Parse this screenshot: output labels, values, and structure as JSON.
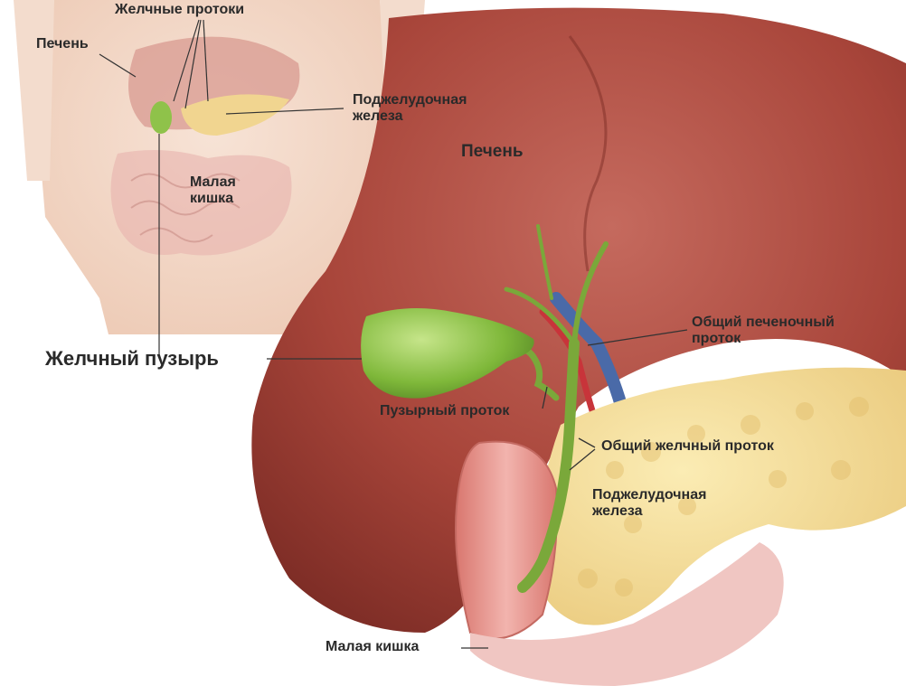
{
  "labels": {
    "inset_bile_ducts": "Желчные протоки",
    "inset_liver": "Печень",
    "inset_pancreas": "Поджелудочная\nжелеза",
    "inset_small_intestine": "Малая\nкишка",
    "liver": "Печень",
    "gallbladder": "Желчный пузырь",
    "common_hepatic_duct": "Общий печеночный\nпроток",
    "cystic_duct": "Пузырный проток",
    "common_bile_duct": "Общий желчный проток",
    "pancreas": "Поджелудочная\nжелеза",
    "small_intestine": "Малая кишка"
  },
  "colors": {
    "liver": "#a8453a",
    "gallbladder": "#7fb83a",
    "bile_duct": "#7aa83a",
    "pancreas": "#f4d98a",
    "intestine": "#e59a9a",
    "skin": "#f2d6c4",
    "vein": "#4a6aa8",
    "artery": "#c8343a"
  }
}
